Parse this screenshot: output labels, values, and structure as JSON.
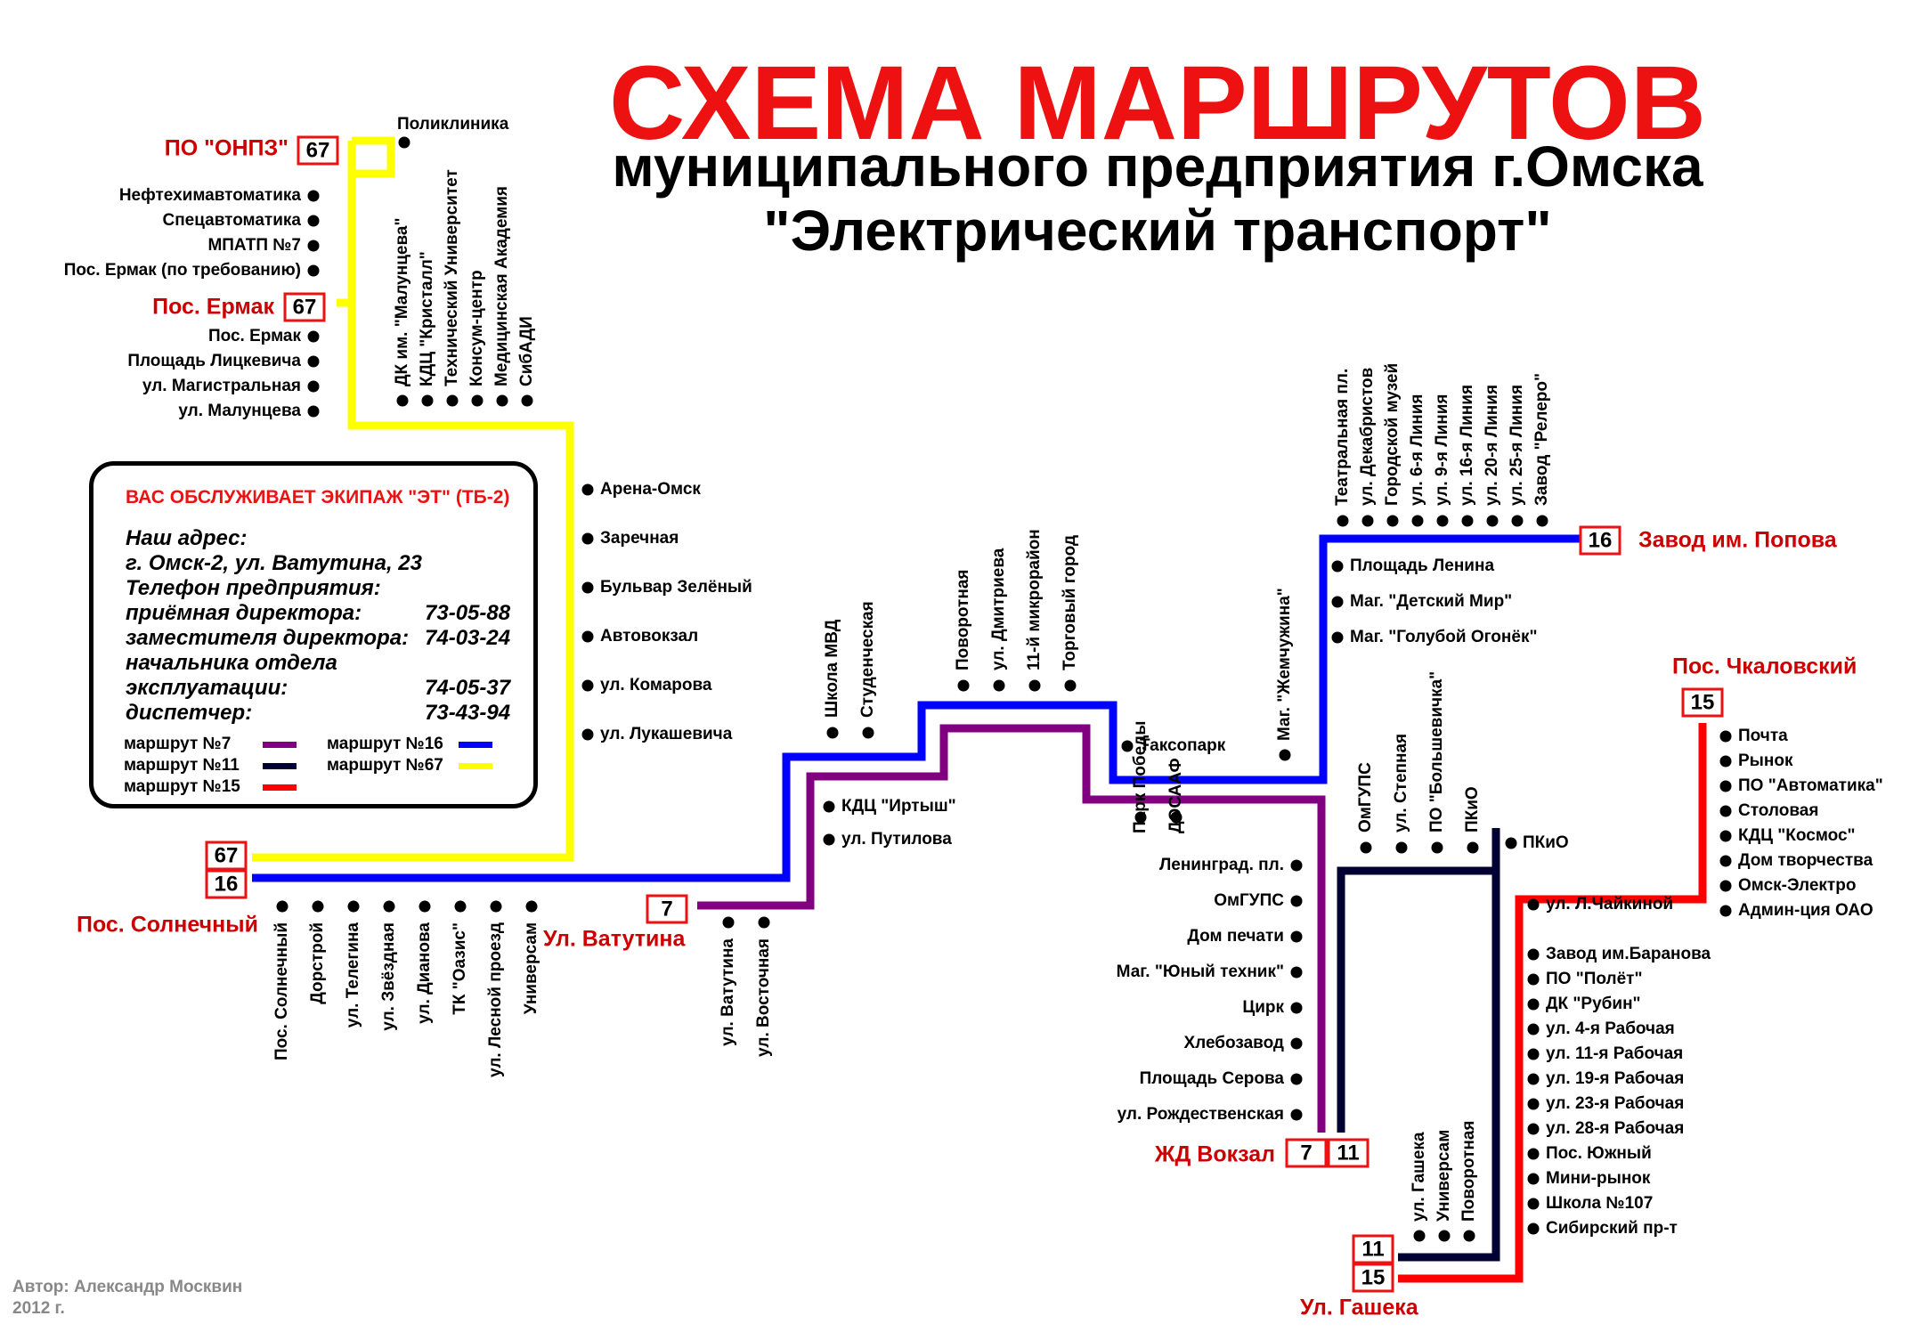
{
  "title": "СХЕМА МАРШРУТОВ",
  "subtitle1": "муниципального предприятия г.Омска",
  "subtitle2": "\"Электрический транспорт\"",
  "colors": {
    "route7": "#800080",
    "route11": "#000033",
    "route15": "#ff0000",
    "route16": "#0000ff",
    "route67": "#ffff00",
    "terminal_label": "#cc0000"
  },
  "infobox": {
    "header": "ВАС ОБСЛУЖИВАЕТ ЭКИПАЖ \"ЭТ\" (ТБ-2)",
    "address_label": "Наш адрес:",
    "address": "г. Омск-2, ул. Ватутина, 23",
    "phone_label": "Телефон предприятия:",
    "phones": [
      {
        "label": "приёмная директора:",
        "number": "73-05-88"
      },
      {
        "label": "заместителя директора:",
        "number": "74-03-24"
      },
      {
        "label": "начальника отдела",
        "number": ""
      },
      {
        "label": "эксплуатации:",
        "number": "74-05-37"
      },
      {
        "label": "диспетчер:",
        "number": "73-43-94"
      }
    ],
    "legend": [
      {
        "label": "маршрут №7",
        "color": "#800080"
      },
      {
        "label": "маршрут №11",
        "color": "#000033"
      },
      {
        "label": "маршрут №15",
        "color": "#ff0000"
      },
      {
        "label": "маршрут №16",
        "color": "#0000ff"
      },
      {
        "label": "маршрут №67",
        "color": "#ffff00"
      }
    ]
  },
  "terminals": [
    {
      "name": "ПО \"ОНПЗ\"",
      "routes": [
        "67"
      ]
    },
    {
      "name": "Пос. Ермак",
      "routes": [
        "67"
      ]
    },
    {
      "name": "Пос. Солнечный",
      "routes": [
        "67",
        "16"
      ]
    },
    {
      "name": "Ул. Ватутина",
      "routes": [
        "7"
      ]
    },
    {
      "name": "Завод им. Попова",
      "routes": [
        "16"
      ]
    },
    {
      "name": "Пос. Чкаловский",
      "routes": [
        "15"
      ]
    },
    {
      "name": "ЖД Вокзал",
      "routes": [
        "7",
        "11"
      ]
    },
    {
      "name": "Ул. Гашека",
      "routes": [
        "11",
        "15"
      ]
    }
  ],
  "stops": {
    "onpz_top": [
      "Поликлиника"
    ],
    "onpz_left": [
      "Нефтехимавтоматика",
      "Спецавтоматика",
      "МПАТП №7",
      "Пос. Ермак (по требованию)"
    ],
    "ermak_left": [
      "Пос. Ермак",
      "Площадь Лицкевича",
      "ул. Магистральная",
      "ул. Малунцева"
    ],
    "upper_vertical": [
      "ДК им. \"Малунцева\"",
      "КДЦ \"Кристалл\"",
      "Технический Университет",
      "Консум-центр",
      "Медицинская Академия",
      "СибАДИ"
    ],
    "yellow_right": [
      "Арена-Омск",
      "Заречная",
      "Бульвар Зелёный",
      "Автовокзал",
      "ул. Комарова",
      "ул. Лукашевича"
    ],
    "solnechny_bottom": [
      "Пос. Солнечный",
      "Дорстрой",
      "ул. Телегина",
      "ул. Звёздная",
      "ул. Дианова",
      "ТК \"Оазис\"",
      "ул. Лесной проезд",
      "Универсам"
    ],
    "vatutina_bottom": [
      "ул. Ватутина",
      "ул. Восточная"
    ],
    "purple_right": [
      "КДЦ \"Иртыш\"",
      "ул. Путилова"
    ],
    "mvd_vertical": [
      "Школа МВД",
      "Студенческая"
    ],
    "center_vertical": [
      "Поворотная",
      "ул. Дмитриева",
      "11-й микрорайон",
      "Торговый город"
    ],
    "taksopark": [
      "Таксопарк"
    ],
    "zhemchuzhina": [
      "Маг. \"Жемчужина\""
    ],
    "teatr_vertical": [
      "Театральная пл.",
      "ул. Декабристов",
      "Городской музей",
      "ул. 6-я Линия",
      "ул. 9-я Линия",
      "ул. 16-я Линия",
      "ул. 20-я Линия",
      "ул. 25-я Линия",
      "Завод \"Релеро\""
    ],
    "blue_right": [
      "Площадь Ленина",
      "Маг. \"Детский Мир\"",
      "Маг. \"Голубой Огонёк\""
    ],
    "pobeda_vertical": [
      "Парк Победы",
      "ДОСААФ"
    ],
    "purple_down": [
      "Ленинград. пл.",
      "ОмГУПС",
      "Дом печати",
      "Маг. \"Юный техник\"",
      "Цирк",
      "Хлебозавод",
      "Площадь Серова",
      "ул. Рождественская"
    ],
    "omgups_vertical": [
      "ОмГУПС",
      "ул. Степная",
      "ПО \"Большевичка\"",
      "ПКиО"
    ],
    "pkio": [
      "ПКиО"
    ],
    "chkalovsky_right": [
      "Почта",
      "Рынок",
      "ПО \"Автоматика\"",
      "Столовая",
      "КДЦ \"Космос\"",
      "Дом творчества",
      "Омск-Электро",
      "Админ-ция ОАО"
    ],
    "chaikinoy": [
      "ул. Л.Чайкиной"
    ],
    "red_right": [
      "Завод им.Баранова",
      "ПО \"Полёт\"",
      "ДК \"Рубин\"",
      "ул. 4-я Рабочая",
      "ул. 11-я Рабочая",
      "ул. 19-я Рабочая",
      "ул. 23-я Рабочая",
      "ул. 28-я Рабочая",
      "Пос. Южный",
      "Мини-рынок",
      "Школа №107",
      "Сибирский пр-т"
    ],
    "gasheka_vertical": [
      "ул. Гашека",
      "Универсам",
      "Поворотная"
    ]
  },
  "author": "Автор: Александр Москвин",
  "year": "2012 г."
}
